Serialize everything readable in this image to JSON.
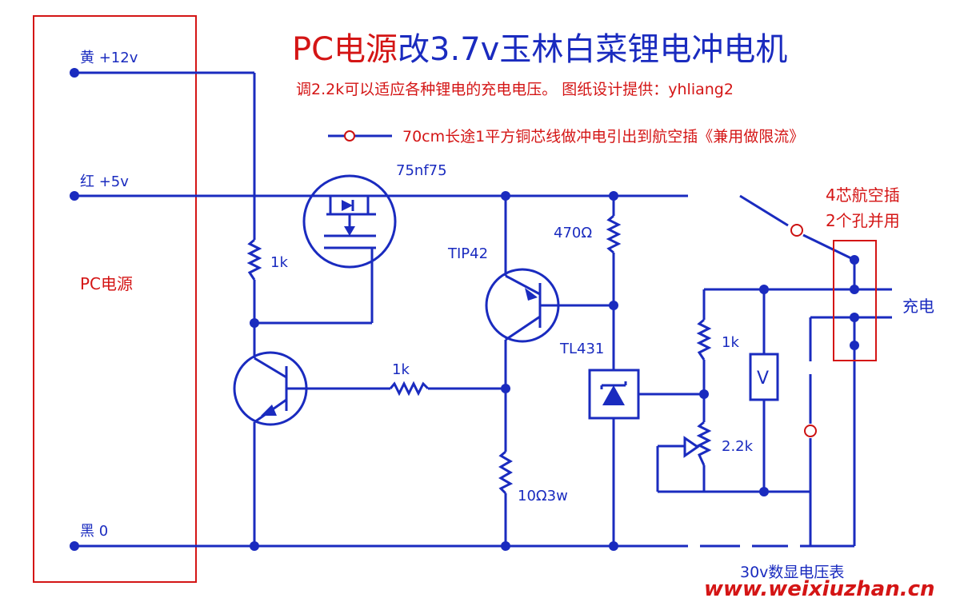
{
  "title": {
    "part1": "PC电源",
    "part2": "改3.7v玉林白菜锂电冲电机"
  },
  "subtitle": "调2.2k可以适应各种锂电的充电电压。  图纸设计提供：yhliang2",
  "legend_note": "70cm长途1平方铜芯线做冲电引出到航空插《兼用做限流》",
  "psu": {
    "label": "PC电源",
    "yellow": "黄 +12v",
    "red": "红 +5v",
    "black": "黑 0"
  },
  "components": {
    "r_1k_left": "1k",
    "r_1k_base": "1k",
    "mosfet": "75nf75",
    "pnp": "TIP42",
    "r_470": "470Ω",
    "tl431": "TL431",
    "r_10": "10Ω3w",
    "r_1k_right": "1k",
    "pot": "2.2k",
    "voltmeter": "V",
    "voltmeter_label": "30v数显电压表"
  },
  "connector": {
    "label_line1": "4芯航空插",
    "label_line2": "2个孔并用",
    "output": "充电"
  },
  "watermark": "www.weixiuzhan.cn",
  "colors": {
    "wire": "#1a2bbf",
    "label_red": "#d41515"
  }
}
